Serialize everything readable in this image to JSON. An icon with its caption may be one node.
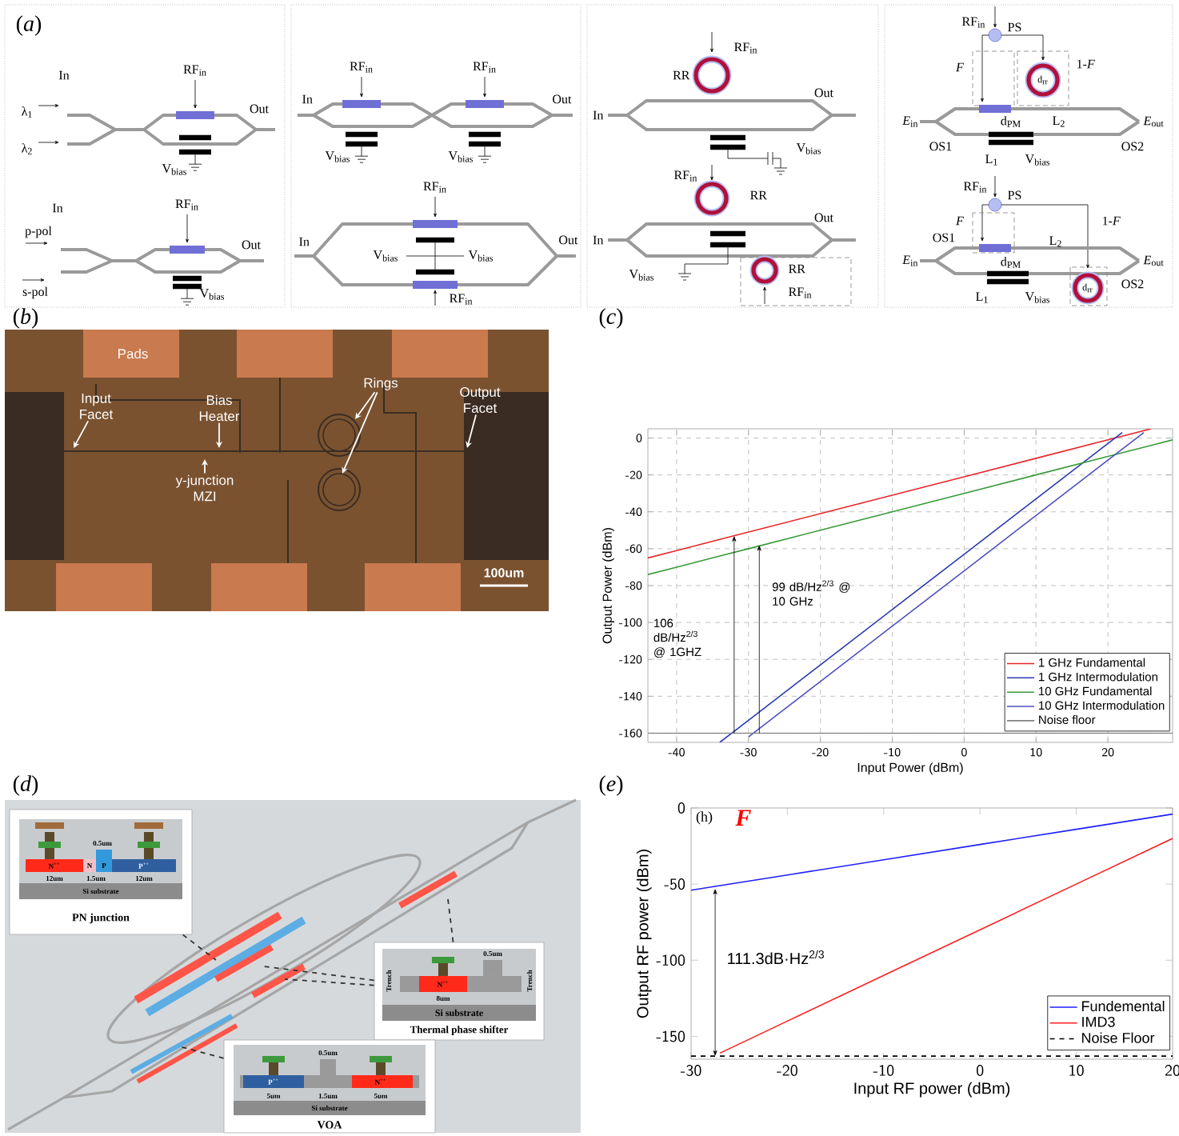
{
  "diagram": {
    "nodes": [
      {
        "text": [
          "In",
          "λ$_{1}$",
          "RF$_{in}$",
          "Out",
          "λ$_{2}$",
          "V$_{bias}$",
          "In",
          "RF$_{in}$",
          "p-pol",
          "Out",
          "s-pol",
          "V$_{bias}$"
        ]
      },
      {
        "text": [
          "RF$_{in}$",
          "RF$_{in}$",
          "In",
          "Out",
          "V$_{bias}$",
          "V$_{bias}$",
          "RF$_{in}$",
          "In",
          "V$_{bias}$",
          "V$_{bias}$",
          "Out",
          "RF$_{in}$"
        ]
      },
      {
        "text": [
          "RF$_{in}$",
          "RR",
          "In",
          "Out",
          "V$_{bias}$",
          "RF$_{in}$",
          "RR",
          "In",
          "Out",
          "V$_{bias}$",
          "RR",
          "RF$_{in}$"
        ]
      },
      {
        "text": [
          "RF$_{in}$",
          "PS",
          "F",
          "d$_{rr}$",
          "1-*F*",
          "*E*$_{in}$",
          "d$_{PM}$",
          "L$_{2}$",
          "*E*$_{out}$",
          "OS1",
          "OS2",
          "L$_{1}$",
          "V$_{bias}$",
          "RF$_{in}$",
          "PS",
          "F",
          "1-*F*",
          "OS1",
          "L$_{2}$",
          "*E*$_{in}$",
          "d$_{PM}$",
          "*E*$_{out}$",
          "OS2",
          "L$_{1}$",
          "V$_{bias}$",
          "d$_{rr}$"
        ]
      },
      {
        "text": [],
        "shape": "picture"
      },
      {
        "text": [
          "Rings"
        ],
        "in": 4
      },
      {
        "text": [
          "Input Facet"
        ],
        "in": 4
      },
      {
        "text": [
          "Bias Heater"
        ],
        "in": 4
      },
      {
        "text": [
          "Output Facet"
        ],
        "in": 4
      },
      {
        "text": [
          "y-junction MZI"
        ],
        "in": 4
      },
      {
        "text": [],
        "shape": "picture"
      },
      {
        "text": [
          "0.5um",
          "N$^{++}$",
          "N",
          "P",
          "P$^{++}$",
          "12um",
          "1.5um",
          "12um",
          "Si substrate",
          "PN junction"
        ],
        "in": 10
      },
      {
        "text": [
          "0.5um",
          "Trench",
          "N$^{++}$",
          "Trench",
          "8um",
          "Si substrate",
          "Thermal phase shifter"
        ],
        "in": 10
      },
      {
        "text": [
          "0.5um",
          "P$^{++}$",
          "N$^{++}$",
          "5um",
          "1.5um",
          "5um",
          "Si substrate",
          "VOA"
        ],
        "in": 10
      }
    ],
    "edges": [
      {
        "from": 5,
        "to": null,
        "arrow": "to"
      },
      {
        "from": 5,
        "to": null,
        "arrow": "to"
      },
      {
        "from": 6,
        "to": null,
        "arrow": "to"
      },
      {
        "from": 7,
        "to": null,
        "arrow": "to"
      },
      {
        "from": 8,
        "to": null,
        "arrow": "to"
      },
      {
        "from": 9,
        "to": null,
        "arrow": "to"
      },
      {
        "from": 11,
        "to": null,
        "arrow": "none",
        "style": "dashed",
        "color": "#333333"
      },
      {
        "from": 12,
        "to": null,
        "arrow": "none",
        "style": "dashed",
        "color": "#333333"
      },
      {
        "from": 12,
        "to": null,
        "arrow": "none",
        "style": "dashed",
        "color": "#333333"
      },
      {
        "from": 12,
        "to": null,
        "arrow": "none",
        "style": "dashed",
        "color": "#333333"
      },
      {
        "from": 13,
        "to": null,
        "arrow": "none",
        "style": "dashed",
        "color": "#333333"
      }
    ],
    "labels": [
      "(*a*)",
      "(*b*)",
      "(*c*)",
      "Pads",
      "100um",
      "(*d*)",
      "(*e*)"
    ],
    "chart_data": [
      {
        "type": "line",
        "xlabel": "Input Power (dBm)",
        "ylabel": "Output Power (dBm)",
        "x": [
          -44,
          -40,
          -34,
          -30,
          -20,
          -10,
          0,
          10,
          20,
          22,
          25,
          26,
          29
        ],
        "xlim": [
          -44,
          29
        ],
        "ylim": [
          -165,
          5
        ],
        "xticks": [
          -40,
          -30,
          -20,
          -10,
          0,
          10,
          20
        ],
        "yticks": [
          -160,
          -140,
          -120,
          -100,
          -80,
          -60,
          -40,
          -20,
          0
        ],
        "grid": true,
        "legend": true,
        "series": [
          {
            "name": "1 GHz Fundamental",
            "color": "#e8262a",
            "values": [
              -65,
              -61,
              -55,
              -51,
              -41,
              -31,
              -21,
              -11,
              -1,
              1,
              4,
              5,
              null
            ]
          },
          {
            "name": "1 GHz Intermodulation",
            "color": "#2a3ab0",
            "values": [
              null,
              null,
              -165,
              -153,
              -123,
              -93,
              -63,
              -33,
              -3,
              3,
              null,
              null,
              null
            ]
          },
          {
            "name": "10 GHz Fundamental",
            "color": "#3a9a3a",
            "values": [
              -74,
              -70,
              -64,
              -60,
              -50,
              -40,
              -30,
              -20,
              -10,
              -8,
              -5,
              -4,
              -1
            ]
          },
          {
            "name": "10 GHz Intermodulation",
            "color": "#5050c0",
            "values": [
              null,
              null,
              null,
              -162,
              -132,
              -102,
              -72,
              -42,
              -12,
              -6,
              3,
              null,
              null
            ]
          },
          {
            "name": "Noise floor",
            "color": "#808080",
            "values": [
              -160,
              -160,
              -160,
              -160,
              -160,
              -160,
              -160,
              -160,
              -160,
              -160,
              -160,
              -160,
              -160
            ]
          }
        ],
        "annotations": [
          "106 dB/Hz$^{2/3}$ @ 1GHZ",
          "99 dB/Hz$^{2/3}$ @ 10 GHz"
        ]
      },
      {
        "type": "line",
        "xlabel": "Input RF power (dBm)",
        "ylabel": "Output RF power (dBm)",
        "x": [
          -30,
          -27,
          -20,
          -10,
          0,
          10,
          20
        ],
        "xlim": [
          -30,
          20
        ],
        "ylim": [
          -165,
          0
        ],
        "xticks": [
          -30,
          -20,
          -10,
          0,
          10,
          20
        ],
        "yticks": [
          -150,
          -100,
          -50,
          0
        ],
        "legend": true,
        "series": [
          {
            "name": "Fundemental",
            "color": "#1f1fff",
            "values": [
              -54,
              -51,
              -44,
              -34,
              -24,
              -14,
              -4
            ]
          },
          {
            "name": "IMD3",
            "color": "#ff2020",
            "values": [
              null,
              -161,
              -140,
              -110,
              -80,
              -50,
              -20
            ]
          },
          {
            "name": "Noise Floor",
            "color": "#000000",
            "line_style": "dashed",
            "values": [
              -163,
              -163,
              -163,
              -163,
              -163,
              -163,
              -163
            ]
          }
        ],
        "annotations": [
          "111.3dB·Hz$^{2/3}$",
          "(h)",
          "F"
        ]
      }
    ]
  }
}
